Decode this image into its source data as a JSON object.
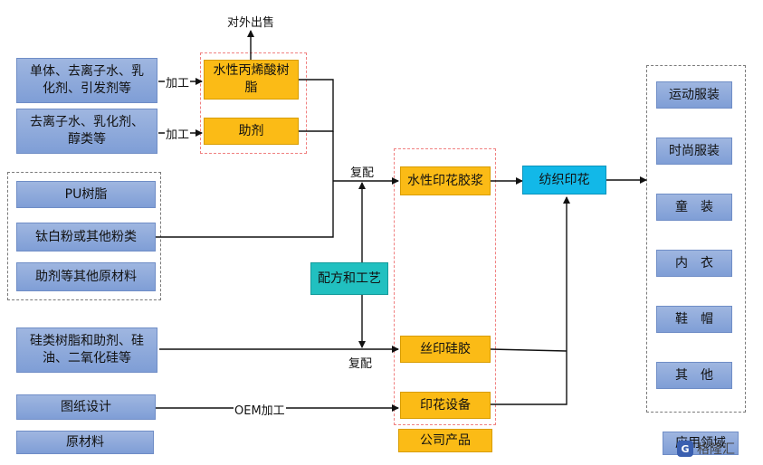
{
  "raw_materials": {
    "acrylic_inputs": "单体、去离子水、乳化剂、引发剂等",
    "aux_inputs": "去离子水、乳化剂、醇类等",
    "pu_resin": "PU树脂",
    "titanium": "钛白粉或其他粉类",
    "aux_other": "助剂等其他原材料",
    "silicone_inputs": "硅类树脂和助剂、硅油、二氧化硅等",
    "drawing": "图纸设计",
    "legend_raw": "原材料"
  },
  "edge_labels": {
    "process_1": "加工",
    "process_2": "加工",
    "external_sale": "对外出售",
    "compound_1": "复配",
    "compound_2": "复配",
    "oem": "OEM加工"
  },
  "products": {
    "acrylic_resin": "水性丙烯酸树脂",
    "auxiliary": "助剂",
    "water_paste": "水性印花胶浆",
    "silk_silicone": "丝印硅胶",
    "equipment": "印花设备",
    "legend_company": "公司产品"
  },
  "formula": "配方和工艺",
  "textile_printing": "纺织印花",
  "applications": {
    "items": [
      "运动服装",
      "时尚服装",
      "童　装",
      "内　衣",
      "鞋　帽",
      "其　他"
    ],
    "legend": "应用领域"
  },
  "watermark": {
    "text": "格隆汇",
    "icon": "gelonghui-logo-icon"
  },
  "colors": {
    "raw": "#8fa9db",
    "product": "#fbbb16",
    "textile": "#12b8e8",
    "formula": "#21c0c0"
  }
}
